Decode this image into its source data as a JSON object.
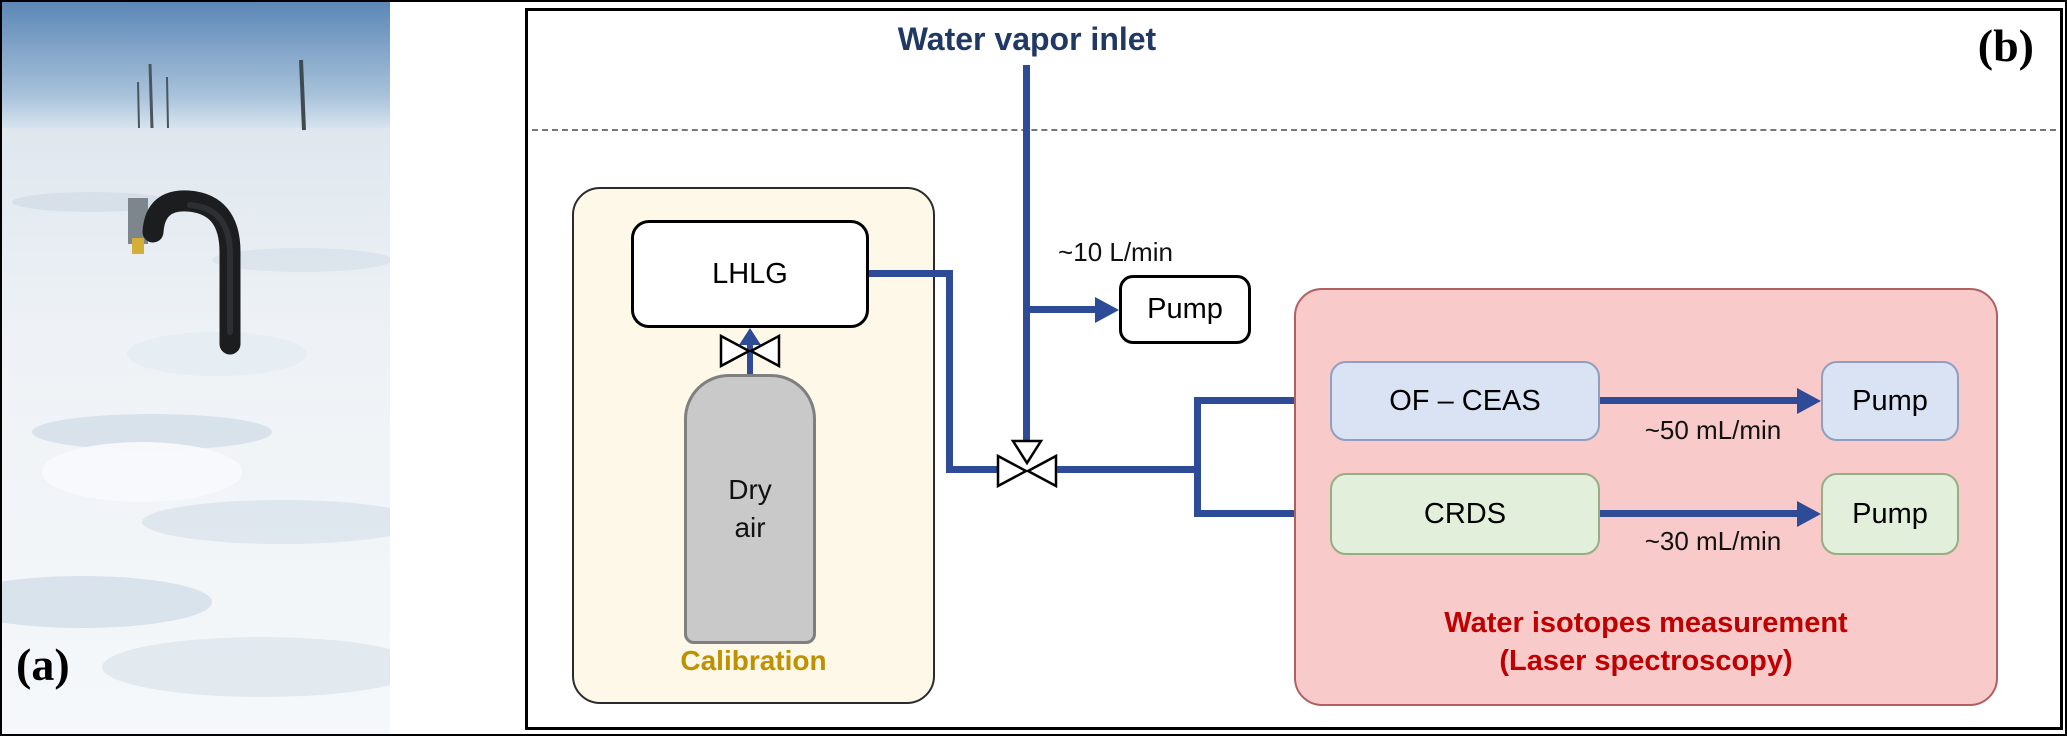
{
  "figure": {
    "panel_a_label": "(a)",
    "panel_b_label": "(b)"
  },
  "diagram": {
    "inlet_label": "Water vapor inlet",
    "inlet_branch": {
      "flow": "~10 L/min",
      "pump_label": "Pump"
    },
    "calibration": {
      "title": "Calibration",
      "lhlg_label": "LHLG",
      "dry_air_line1": "Dry",
      "dry_air_line2": "air"
    },
    "measurement": {
      "title_line1": "Water isotopes measurement",
      "title_line2": "(Laser spectroscopy)",
      "ofceas_label": "OF – CEAS",
      "ofceas_flow": "~50 mL/min",
      "ofceas_pump_label": "Pump",
      "crds_label": "CRDS",
      "crds_flow": "~30 mL/min",
      "crds_pump_label": "Pump"
    }
  },
  "colors": {
    "flow_line": "#2d4b96",
    "inlet_text": "#1f3864",
    "calibration_fill": "#fdf8e8",
    "calibration_label": "#bf9000",
    "measurement_fill": "#f8caca",
    "measurement_label": "#c00000",
    "ofceas_fill": "#dae3f3",
    "crds_fill": "#e2efda",
    "cylinder_fill": "#c9c9c9",
    "pump_fill": "#ffffff"
  }
}
